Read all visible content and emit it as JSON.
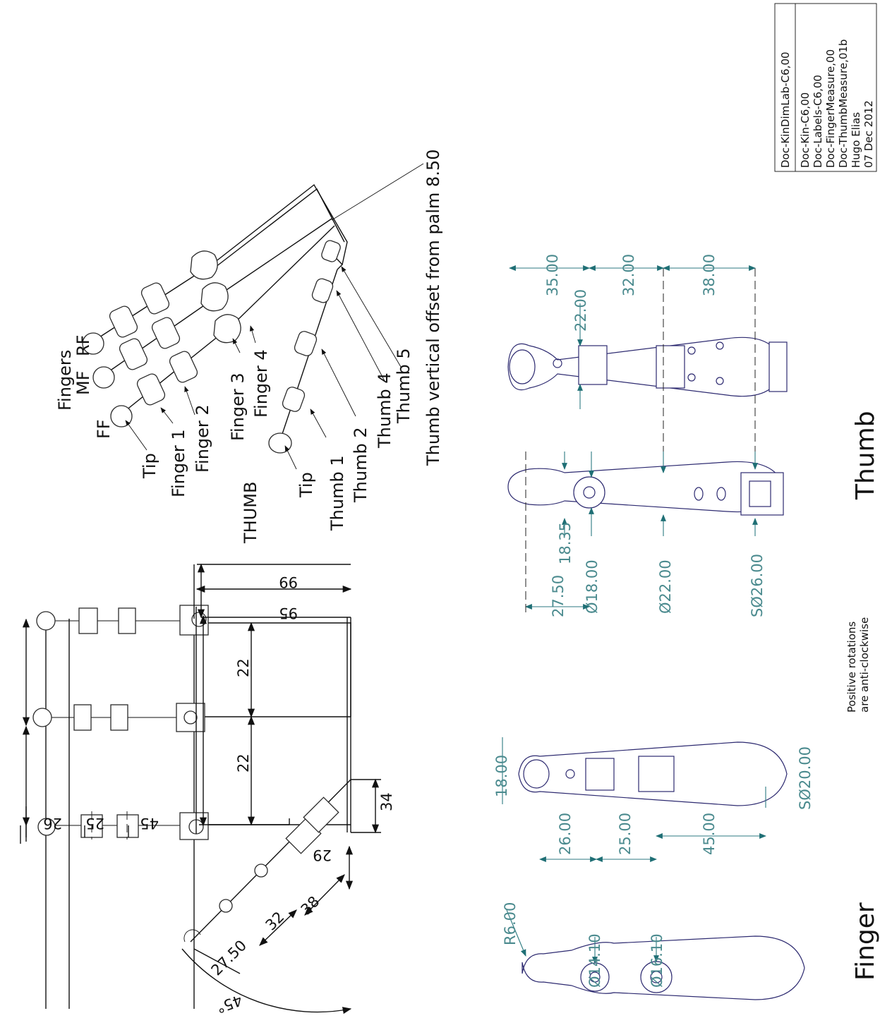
{
  "title_block": {
    "title": "Doc-KinDimLab-C6,00",
    "refs": [
      "Doc-Kin-C6,00",
      "Doc-Labels-C6,00",
      "Doc-FingerMeasure,00",
      "Doc-ThumbMeasure,01b"
    ],
    "author": "Hugo Elias",
    "date": "07 Dec 2012"
  },
  "kinematic_view": {
    "labels": {
      "fingers": "Fingers",
      "rf": "RF",
      "mf": "MF",
      "ff": "FF",
      "tip": "Tip",
      "finger1": "Finger 1",
      "finger2": "Finger 2",
      "finger3": "Finger 3",
      "finger4": "Finger 4",
      "thumb_group": "THUMB",
      "thumb_tip": "Tip",
      "thumb1": "Thumb 1",
      "thumb2": "Thumb 2",
      "thumb4": "Thumb 4",
      "thumb5": "Thumb 5",
      "offset_note": "Thumb vertical offset from palm 8.50"
    }
  },
  "plan_view": {
    "dims": {
      "d99": "99",
      "d95": "95",
      "d22a": "22",
      "d22b": "22",
      "d34": "34",
      "d26": "26",
      "d25": "25",
      "d45": "45",
      "d29": "29",
      "d38": "38",
      "d32": "32",
      "d2750": "27.50",
      "angle": "45°"
    }
  },
  "thumb_views": {
    "caption": "Thumb",
    "dims": {
      "d3500": "35.00",
      "d3200": "32.00",
      "d3800": "38.00",
      "d2200": "22.00",
      "d1835": "18.35",
      "d2750": "27.50",
      "phi18": "Ø18.00",
      "phi22": "Ø22.00",
      "sphi26": "SØ26.00"
    }
  },
  "finger_views": {
    "caption": "Finger",
    "dims": {
      "d1800": "18.00",
      "d2600": "26.00",
      "d2500": "25.00",
      "d4500": "45.00",
      "sphi20": "SØ20.00",
      "r6": "R6.00",
      "phi1410": "Ø14.10",
      "phi1610": "Ø16.10"
    }
  },
  "note": {
    "line1": "Positive rotations",
    "line2": "are anti-clockwise"
  }
}
